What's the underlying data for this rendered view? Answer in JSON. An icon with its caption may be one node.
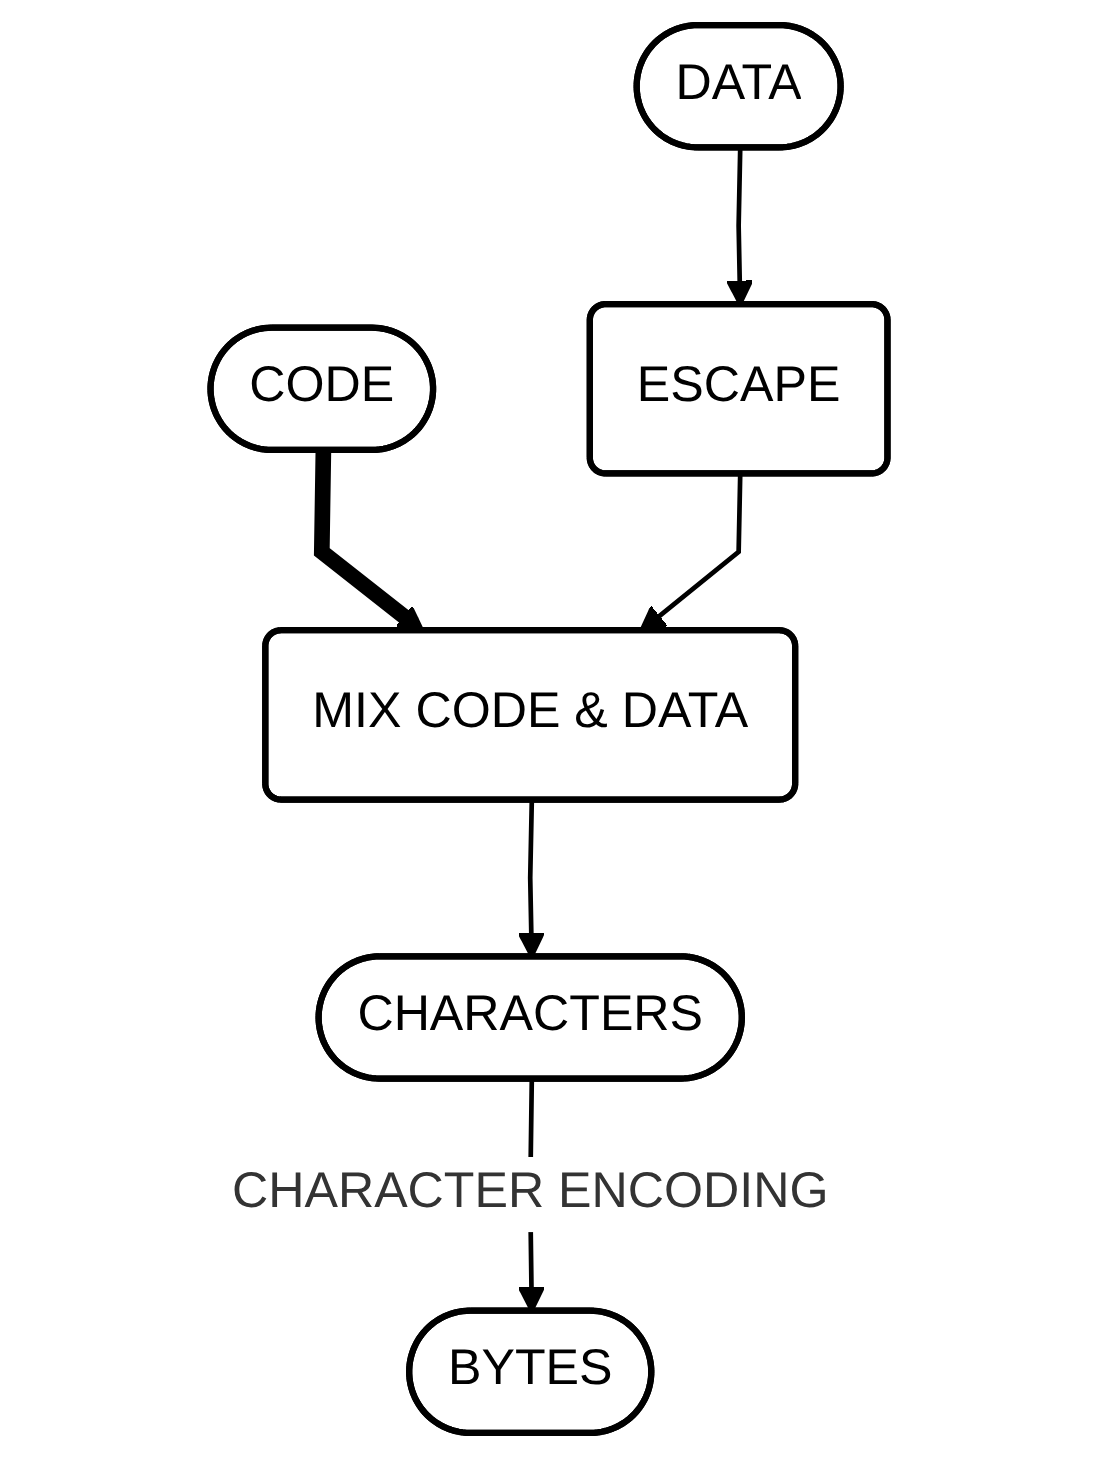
{
  "diagram": {
    "nodes": [
      {
        "text": [
          "DATA"
        ]
      },
      {
        "text": [
          "ESCAPE"
        ]
      },
      {
        "text": [
          "CODE"
        ]
      },
      {
        "text": [
          "MIX CODE & DATA"
        ]
      },
      {
        "text": [
          "CHARACTERS"
        ]
      },
      {
        "text": [
          "BYTES"
        ]
      }
    ],
    "edges": [
      {
        "from": 0,
        "to": 1,
        "arrow": "to"
      },
      {
        "from": 2,
        "to": 3,
        "arrow": "to",
        "style": "thick"
      },
      {
        "from": 1,
        "to": 3,
        "arrow": "to"
      },
      {
        "from": 3,
        "to": 4,
        "arrow": "to"
      },
      {
        "from": 4,
        "to": 5,
        "arrow": "to",
        "label": "CHARACTER ENCODING"
      }
    ]
  }
}
